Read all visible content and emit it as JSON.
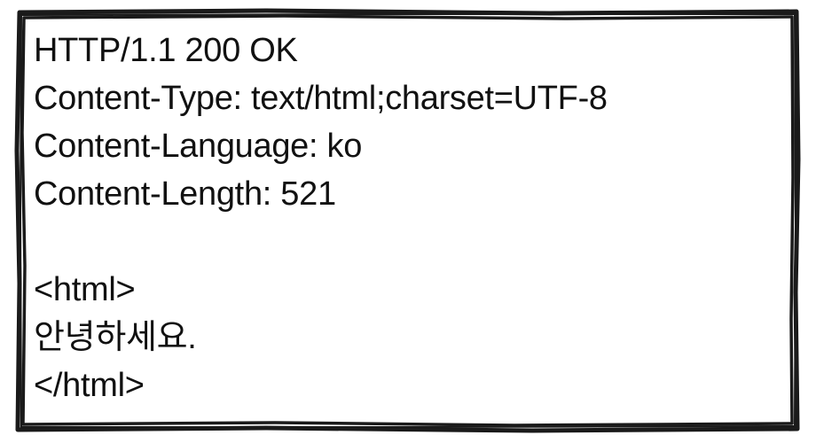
{
  "http_response": {
    "status_line": "HTTP/1.1 200 OK",
    "headers": [
      "Content-Type: text/html;charset=UTF-8",
      "Content-Language: ko",
      "Content-Length: 521"
    ],
    "body": [
      "<html>",
      "안녕하세요.",
      "</html>"
    ]
  },
  "colors": {
    "text": "#111111",
    "border": "#1a1a1a",
    "background": "#ffffff"
  }
}
